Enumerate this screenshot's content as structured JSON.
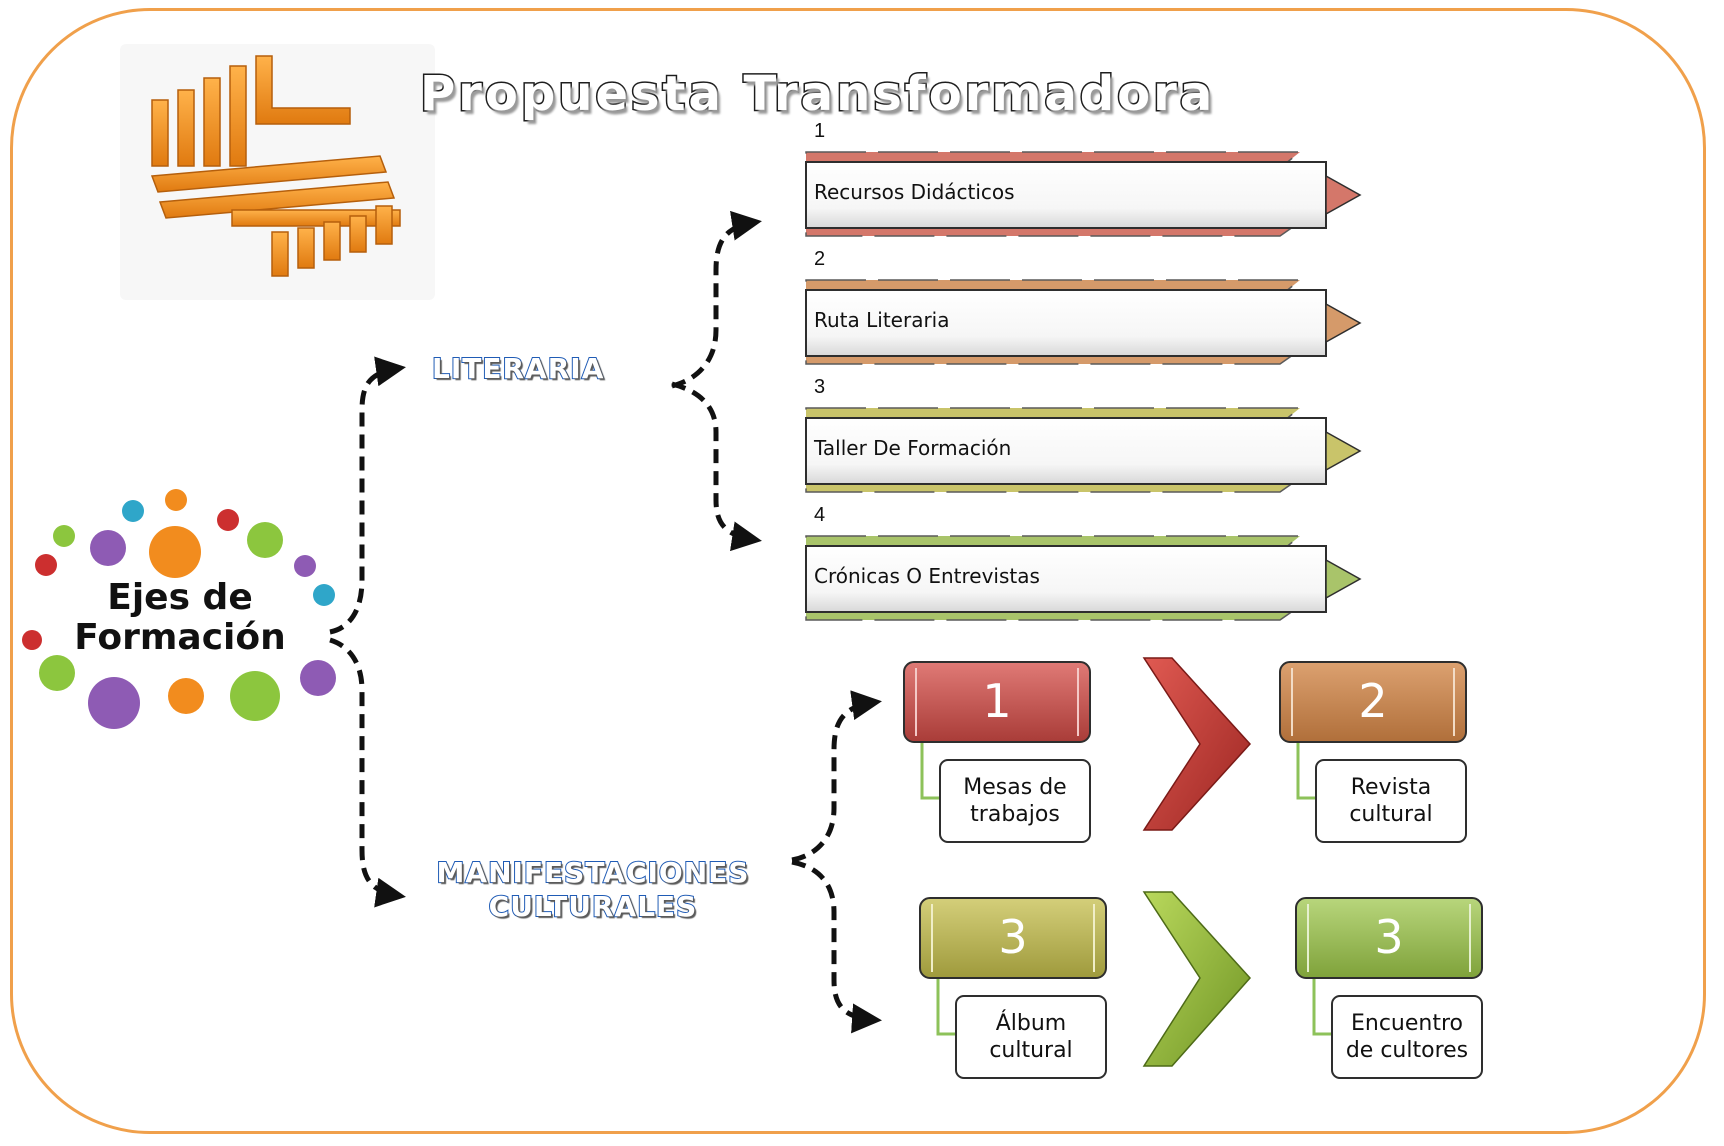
{
  "title": "Propuesta Transformadora",
  "center": {
    "line1": "Ejes de",
    "line2": "Formación"
  },
  "branches": {
    "literaria": "LITERARIA",
    "manifestaciones": {
      "line1": "MANIFESTACIONES",
      "line2": "CULTURALES"
    }
  },
  "literaria_items": [
    {
      "number": "1",
      "label": "Recursos Didácticos",
      "color": "#d4776a"
    },
    {
      "number": "2",
      "label": "Ruta Literaria",
      "color": "#d59a6a"
    },
    {
      "number": "3",
      "label": "Taller De Formación",
      "color": "#c9c46a"
    },
    {
      "number": "4",
      "label": "Crónicas O Entrevistas",
      "color": "#a9c46a"
    }
  ],
  "cultural_steps": [
    {
      "number": "1",
      "caption1": "Mesas de",
      "caption2": "trabajos",
      "color": "#c0504d"
    },
    {
      "number": "2",
      "caption1": "Revista",
      "caption2": "cultural",
      "color": "#c0874f"
    },
    {
      "number": "3",
      "caption1": "Álbum",
      "caption2": "cultural",
      "color": "#b9b55a"
    },
    {
      "number": "3",
      "caption1": "Encuentro",
      "caption2": "de cultores",
      "color": "#9bbb59"
    }
  ],
  "colors": {
    "frame": "#f0a04b",
    "branch_text": "#1f5bb5",
    "logo_orange": "#f28c1e",
    "connector": "#8dc25a"
  }
}
